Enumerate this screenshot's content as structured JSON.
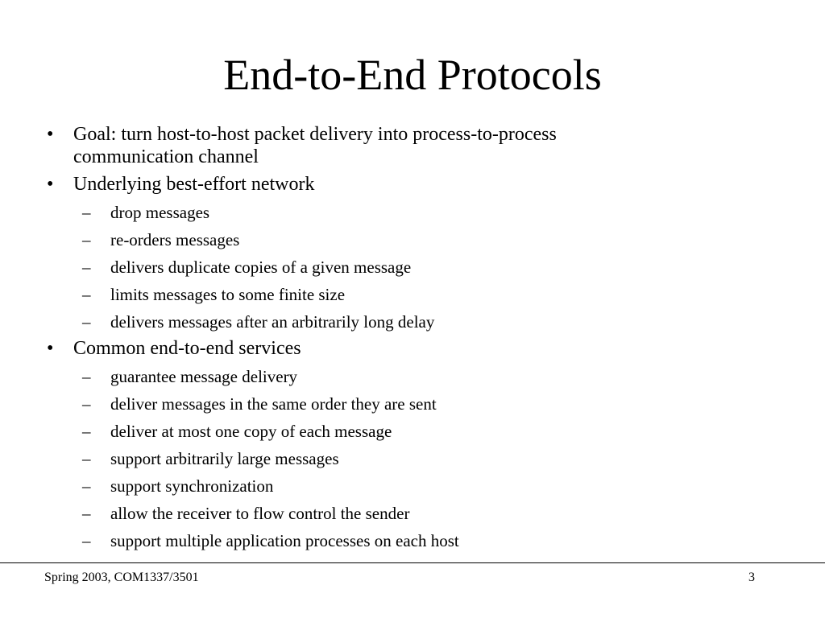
{
  "slide": {
    "title": "End-to-End Protocols",
    "bullet_marker": "•",
    "sub_marker": "–",
    "bullets": [
      {
        "text": "Goal: turn host-to-host packet delivery into process-to-process communication channel",
        "subitems": []
      },
      {
        "text": "Underlying best-effort network",
        "subitems": [
          "drop messages",
          "re-orders messages",
          "delivers duplicate copies of a given message",
          "limits messages to some finite size",
          "delivers messages after an arbitrarily long delay"
        ]
      },
      {
        "text": "Common end-to-end services",
        "subitems": [
          "guarantee message delivery",
          "deliver messages in the same order they are sent",
          "deliver at most one copy of each message",
          "support arbitrarily large messages",
          "support synchronization",
          "allow the receiver to flow control the sender",
          "support multiple application processes on each host"
        ]
      }
    ]
  },
  "footer": {
    "left": "Spring 2003, COM1337/3501",
    "page_number": "3"
  }
}
